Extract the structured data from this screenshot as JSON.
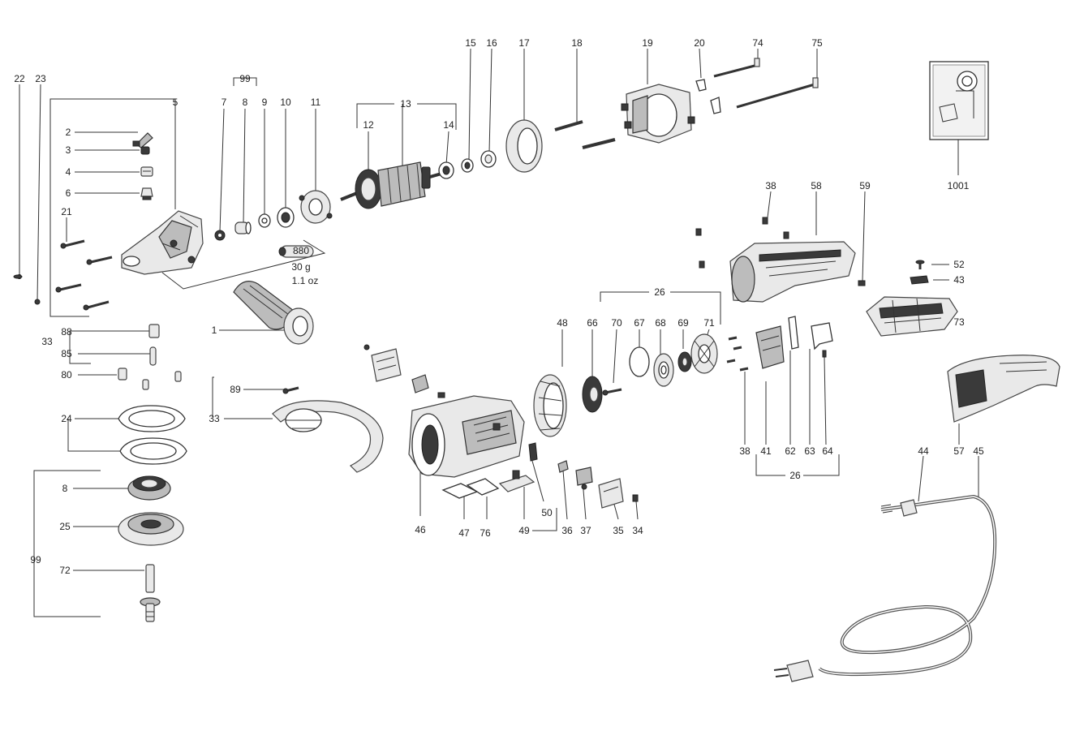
{
  "labels": [
    {
      "id": "22",
      "text": "22"
    },
    {
      "id": "23",
      "text": "23"
    },
    {
      "id": "99a",
      "text": "99"
    },
    {
      "id": "5",
      "text": "5"
    },
    {
      "id": "7",
      "text": "7"
    },
    {
      "id": "8a",
      "text": "8"
    },
    {
      "id": "9",
      "text": "9"
    },
    {
      "id": "10",
      "text": "10"
    },
    {
      "id": "11",
      "text": "11"
    },
    {
      "id": "13",
      "text": "13"
    },
    {
      "id": "12",
      "text": "12"
    },
    {
      "id": "14",
      "text": "14"
    },
    {
      "id": "15",
      "text": "15"
    },
    {
      "id": "16",
      "text": "16"
    },
    {
      "id": "17",
      "text": "17"
    },
    {
      "id": "18",
      "text": "18"
    },
    {
      "id": "19",
      "text": "19"
    },
    {
      "id": "20",
      "text": "20"
    },
    {
      "id": "74",
      "text": "74"
    },
    {
      "id": "75",
      "text": "75"
    },
    {
      "id": "2",
      "text": "2"
    },
    {
      "id": "3",
      "text": "3"
    },
    {
      "id": "4",
      "text": "4"
    },
    {
      "id": "6",
      "text": "6"
    },
    {
      "id": "21",
      "text": "21"
    },
    {
      "id": "1001",
      "text": "1001"
    },
    {
      "id": "38a",
      "text": "38"
    },
    {
      "id": "58",
      "text": "58"
    },
    {
      "id": "59",
      "text": "59"
    },
    {
      "id": "880",
      "text": "880"
    },
    {
      "id": "30g",
      "text": "30 g"
    },
    {
      "id": "11oz",
      "text": "1.1 oz"
    },
    {
      "id": "52",
      "text": "52"
    },
    {
      "id": "43",
      "text": "43"
    },
    {
      "id": "26a",
      "text": "26"
    },
    {
      "id": "1",
      "text": "1"
    },
    {
      "id": "73",
      "text": "73"
    },
    {
      "id": "33a",
      "text": "33"
    },
    {
      "id": "88",
      "text": "88"
    },
    {
      "id": "85",
      "text": "85"
    },
    {
      "id": "80",
      "text": "80"
    },
    {
      "id": "48",
      "text": "48"
    },
    {
      "id": "66",
      "text": "66"
    },
    {
      "id": "70",
      "text": "70"
    },
    {
      "id": "67",
      "text": "67"
    },
    {
      "id": "68",
      "text": "68"
    },
    {
      "id": "69",
      "text": "69"
    },
    {
      "id": "71",
      "text": "71"
    },
    {
      "id": "89",
      "text": "89"
    },
    {
      "id": "33b",
      "text": "33"
    },
    {
      "id": "24",
      "text": "24"
    },
    {
      "id": "38b",
      "text": "38"
    },
    {
      "id": "41",
      "text": "41"
    },
    {
      "id": "62",
      "text": "62"
    },
    {
      "id": "63",
      "text": "63"
    },
    {
      "id": "64",
      "text": "64"
    },
    {
      "id": "44",
      "text": "44"
    },
    {
      "id": "57",
      "text": "57"
    },
    {
      "id": "45",
      "text": "45"
    },
    {
      "id": "26b",
      "text": "26"
    },
    {
      "id": "8b",
      "text": "8"
    },
    {
      "id": "50",
      "text": "50"
    },
    {
      "id": "25",
      "text": "25"
    },
    {
      "id": "46",
      "text": "46"
    },
    {
      "id": "47",
      "text": "47"
    },
    {
      "id": "76",
      "text": "76"
    },
    {
      "id": "49",
      "text": "49"
    },
    {
      "id": "36",
      "text": "36"
    },
    {
      "id": "37",
      "text": "37"
    },
    {
      "id": "35",
      "text": "35"
    },
    {
      "id": "34",
      "text": "34"
    },
    {
      "id": "99b",
      "text": "99"
    },
    {
      "id": "72",
      "text": "72"
    }
  ],
  "colors": {
    "ink": "#222222",
    "part_dark": "#3a3a3a",
    "part_mid": "#bcbcbc",
    "part_light": "#e9e9e9",
    "background": "#ffffff"
  }
}
